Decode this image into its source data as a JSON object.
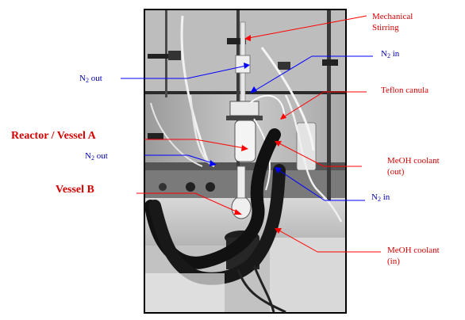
{
  "labels": {
    "mechanical_stirring": "Mechanical Stirring",
    "n2_in_top": {
      "prefix": "N",
      "sub": "2",
      "suffix": " in"
    },
    "n2_out_left": {
      "prefix": "N",
      "sub": "2",
      "suffix": " out"
    },
    "teflon_canula": "Teflon canula",
    "reactor_vessel_a": "Reactor / Vessel A",
    "n2_out_middle": {
      "prefix": "N",
      "sub": "2",
      "suffix": " out"
    },
    "meoh_coolant_out": "MeOH coolant (out)",
    "vessel_b": "Vessel B",
    "n2_in_bottom": {
      "prefix": "N",
      "sub": "2",
      "suffix": " in"
    },
    "meoh_coolant_in": "MeOH coolant (in)"
  },
  "colors": {
    "red_label": "#d40000",
    "blue_label": "#0000b4",
    "photo_frame": "#000000"
  }
}
